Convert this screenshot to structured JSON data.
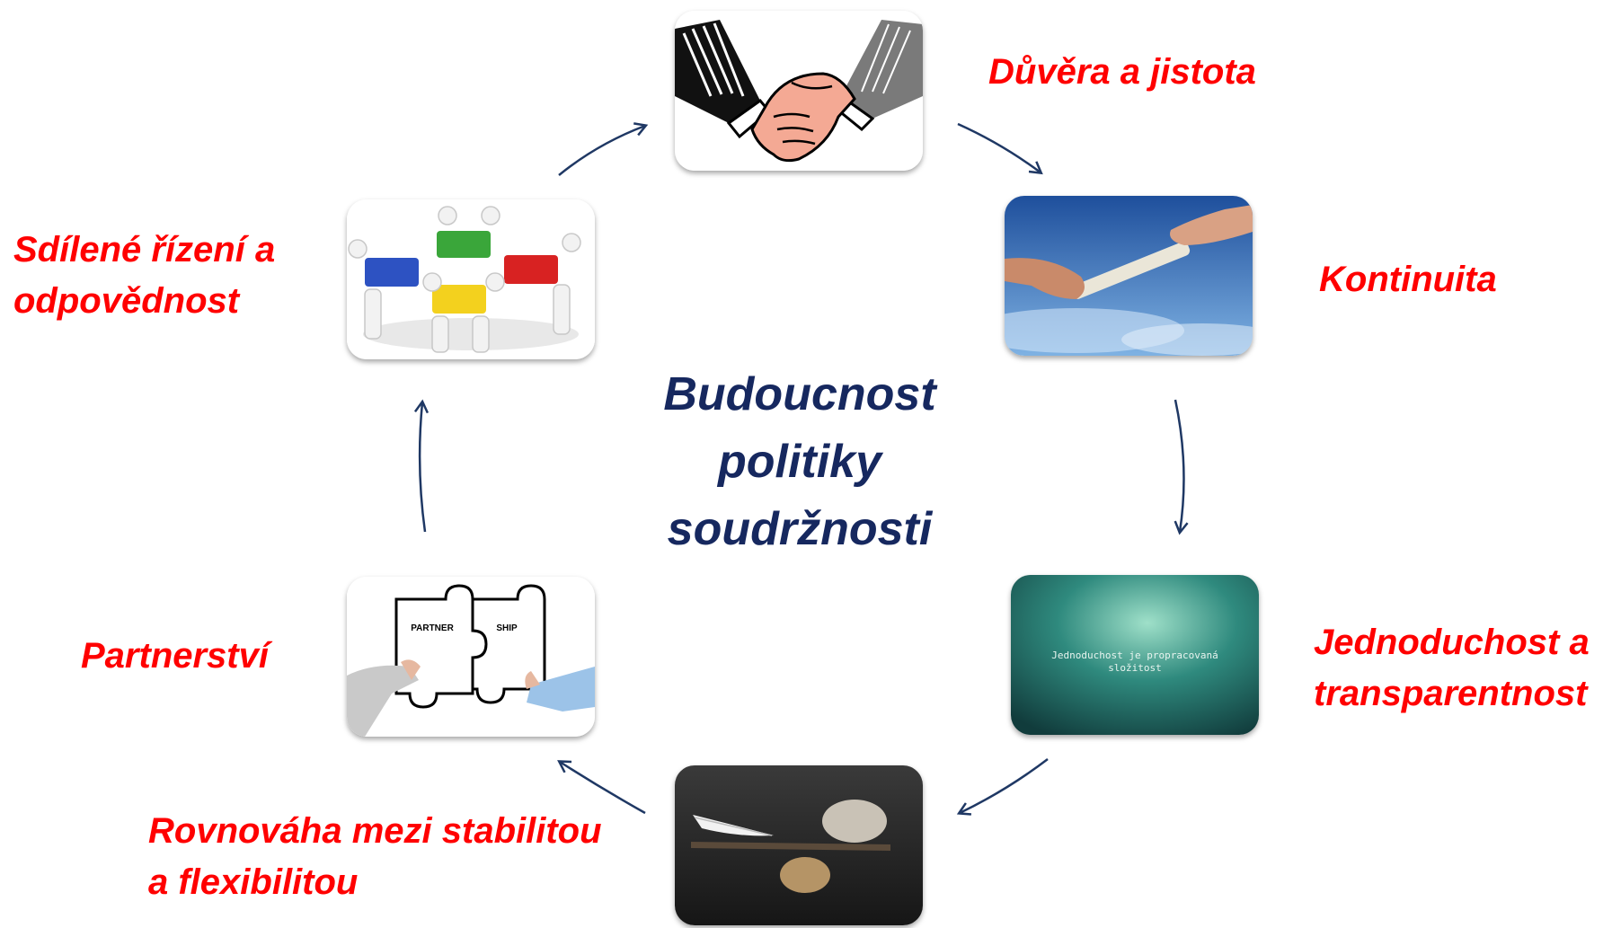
{
  "center": {
    "line1": "Budoucnost",
    "line2": "politiky",
    "line3": "soudržnosti"
  },
  "labels": {
    "duvera": "Důvěra a jistota",
    "kontinuita": "Kontinuita",
    "jednoduchost_1": "Jednoduchost a",
    "jednoduchost_2": "transparentnost",
    "rovnovaha_1": "Rovnováha mezi stabilitou",
    "rovnovaha_2": "a flexibilitou",
    "partnerstvi": "Partnerství",
    "sdilene_1": "Sdílené řízení a",
    "sdilene_2": "odpovědnost"
  },
  "images": {
    "partnership_puzzle_left": "PARTNER",
    "partnership_puzzle_right": "SHIP",
    "simplicity_quote_1": "Jednoduchost je propracovaná",
    "simplicity_quote_2": "složitost"
  },
  "icons": {
    "trust": "handshake-icon",
    "continuity": "relay-baton-icon",
    "simplicity": "aurora-quote-image",
    "balance": "feather-stone-balance-icon",
    "partnership": "puzzle-hands-icon",
    "shared": "people-puzzle-icon"
  },
  "colors": {
    "label": "#ff0000",
    "title": "#16285f",
    "arrow": "#1f3864"
  }
}
